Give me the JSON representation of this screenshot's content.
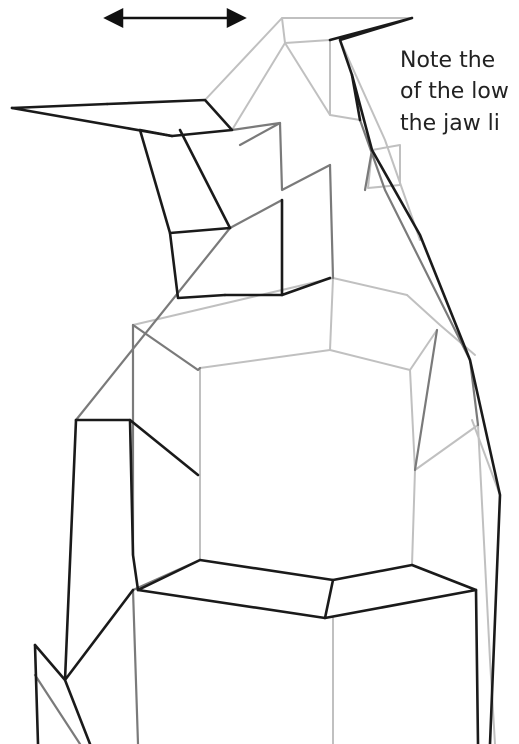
{
  "annotation": {
    "lines": [
      "Note the",
      "of the low",
      "the jaw li"
    ]
  },
  "colors": {
    "background": "#ffffff",
    "dark_stroke": "#1a1a1a",
    "mid_stroke": "#6d6d6d",
    "light_stroke": "#b9b9b9",
    "text": "#222222"
  }
}
